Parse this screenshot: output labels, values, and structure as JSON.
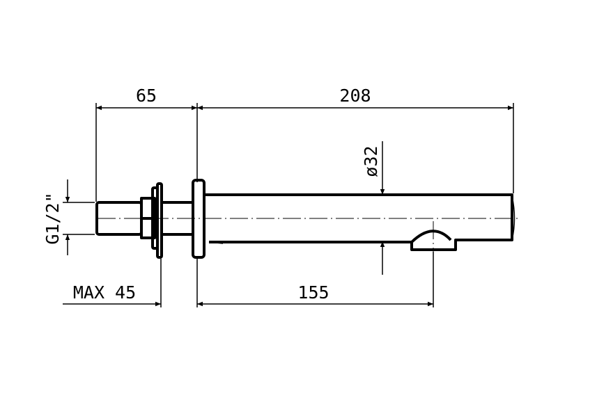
{
  "drawing": {
    "dimensions": {
      "inlet_length": "65",
      "spout_length": "208",
      "spout_diameter": "ø32",
      "thread_size": "G1/2\"",
      "max_wall": "MAX 45",
      "outlet_reach": "155"
    },
    "colors": {
      "line": "#000000",
      "background": "#ffffff"
    }
  }
}
